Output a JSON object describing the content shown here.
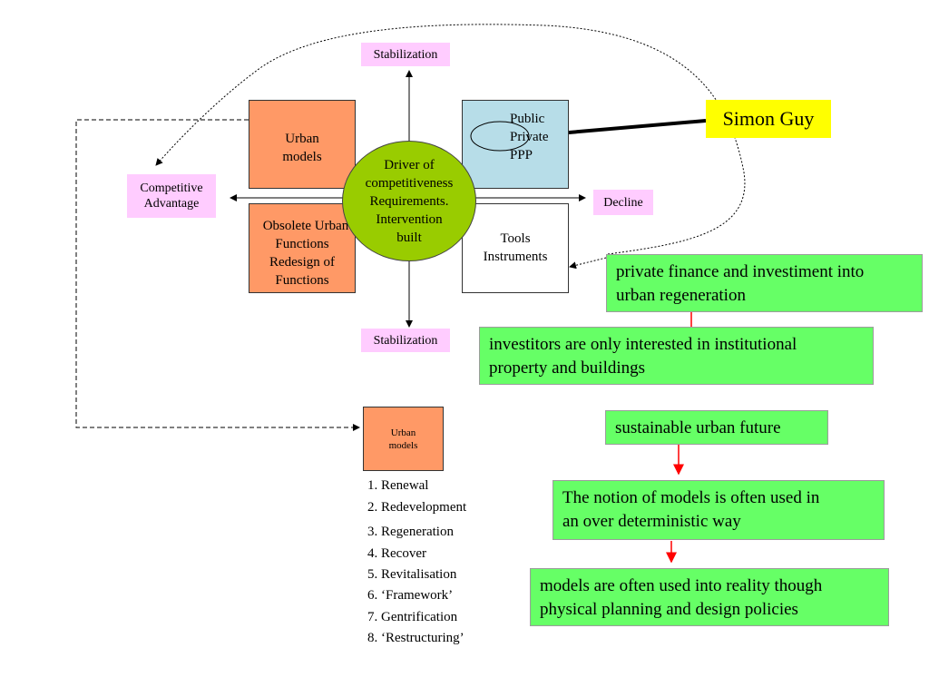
{
  "diagram": {
    "stabilization_top": "Stabilization",
    "stabilization_bottom": "Stabilization",
    "competitive_advantage": [
      "Competitive",
      "Advantage"
    ],
    "decline": "Decline",
    "urban_models": [
      "Urban",
      "models"
    ],
    "obsolete": [
      "Obsolete Urban",
      "Functions",
      "Redesign of",
      "Functions"
    ],
    "ppp": [
      "Public",
      "Private",
      "PPP"
    ],
    "tools": [
      "Tools",
      "Instruments"
    ],
    "driver": [
      "Driver of",
      "competitiveness",
      "Requirements.",
      "Intervention",
      "built"
    ],
    "simon_guy": "Simon Guy",
    "urban_models_small": [
      "Urban",
      "models"
    ],
    "list": [
      "1.  Renewal",
      "2. Redevelopment",
      "3. Regeneration",
      "4. Recover",
      "5. Revitalisation",
      "6. ‘Framework’",
      "7. Gentrification",
      "8. ‘Restructuring’"
    ],
    "green_boxes": [
      [
        "private finance and investiment into",
        "urban regeneration"
      ],
      [
        "investitors are only interested in institutional",
        "property  and buildings"
      ],
      [
        "sustainable urban future"
      ],
      [
        "The notion of models is often used in",
        "an over deterministic way"
      ],
      [
        "models are often used into reality though",
        "physical planning and design policies"
      ]
    ],
    "colors": {
      "pink": "#ffccff",
      "orange": "#ff9966",
      "light_blue": "#b7dde8",
      "circle_green": "#99cc00",
      "note_green": "#66ff66",
      "simon_yellow": "#ffff00",
      "arrow_red": "#ff0000"
    }
  }
}
